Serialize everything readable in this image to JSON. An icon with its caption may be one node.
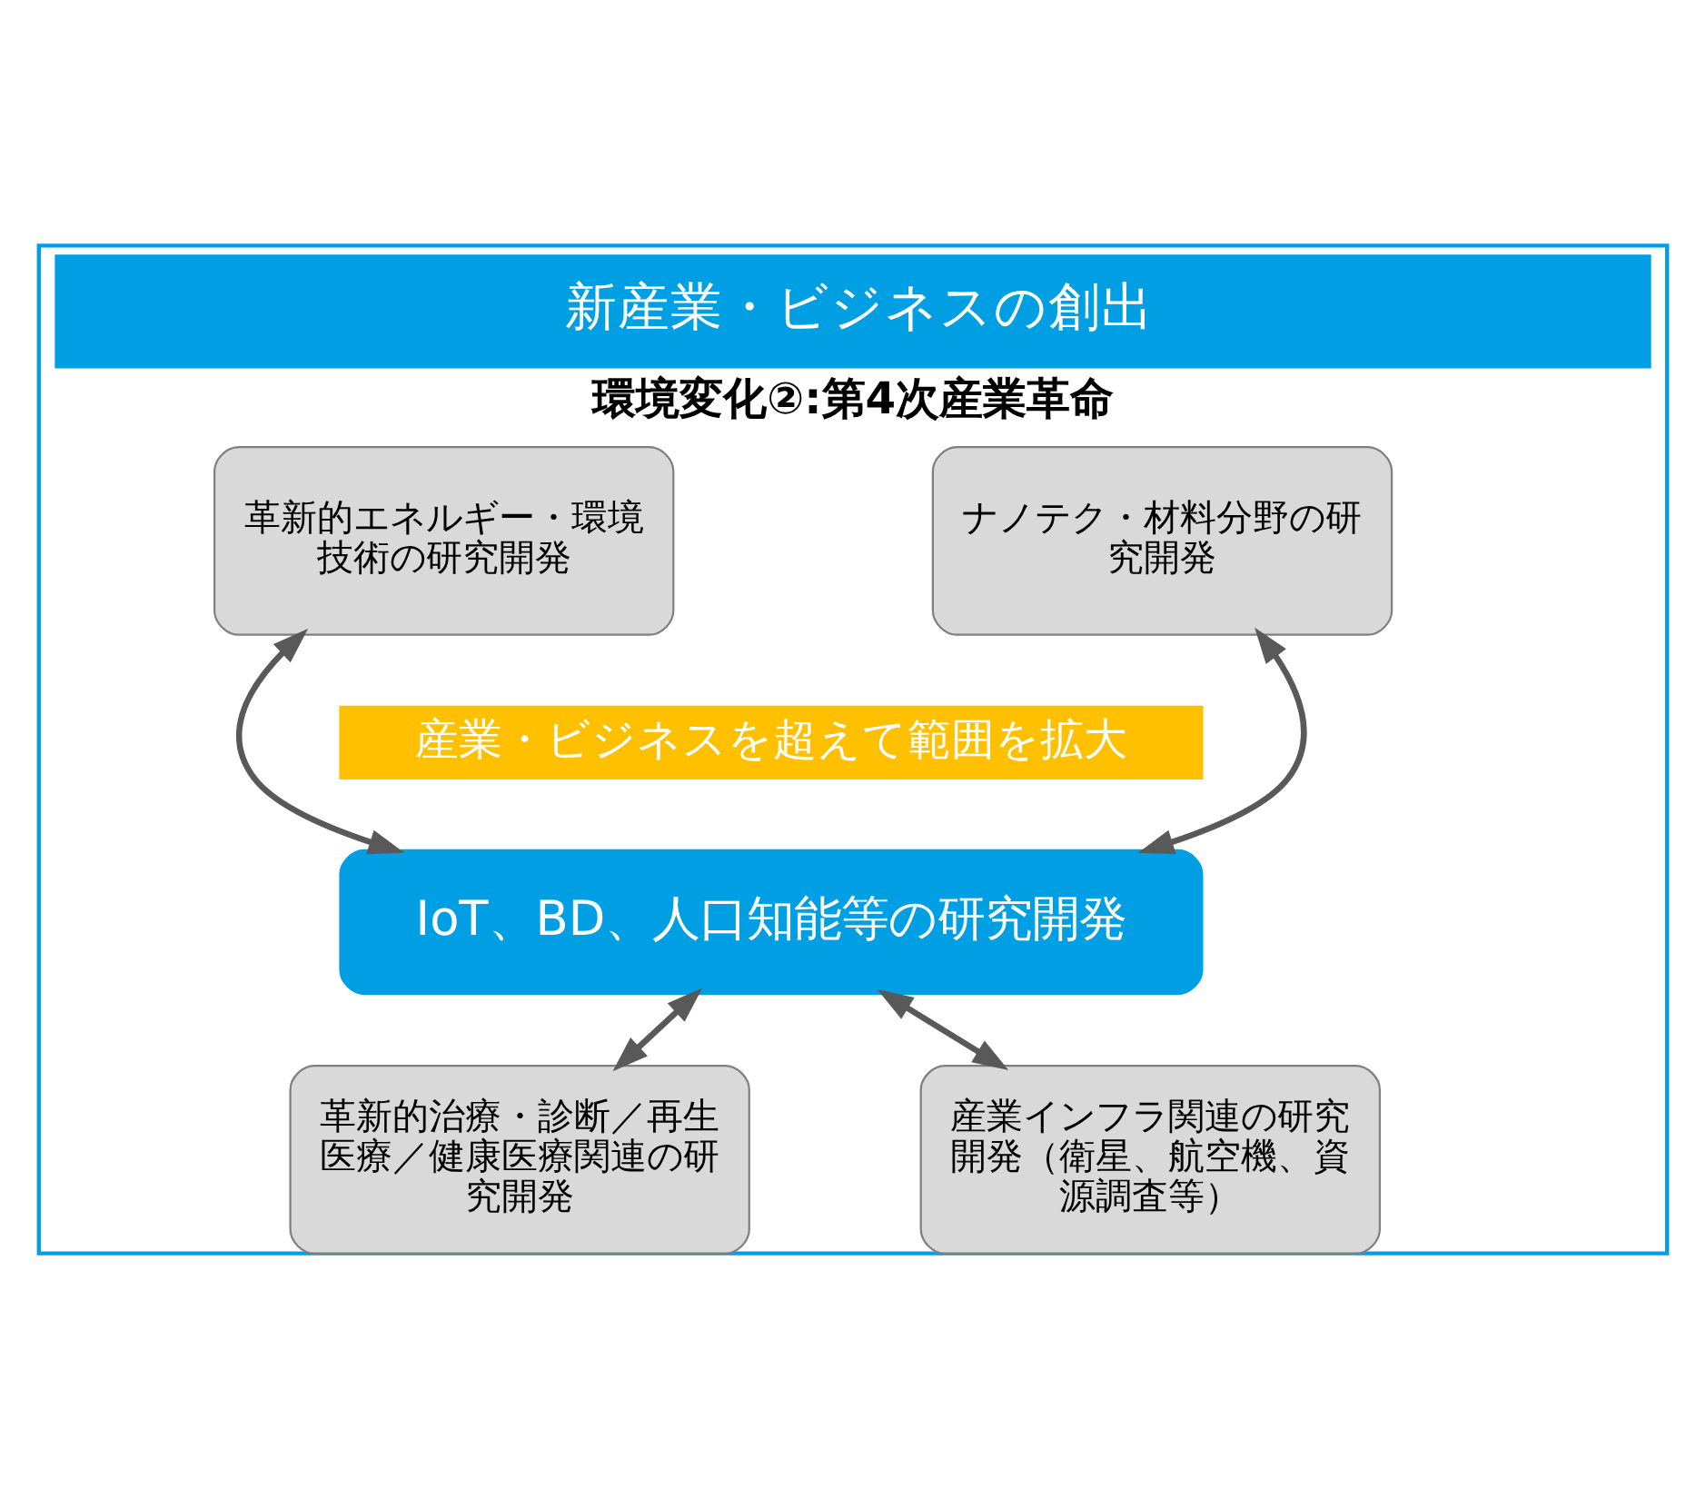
{
  "diagram": {
    "nodes": [
      {
        "text": [
          "新産業・ビジネスの創出",
          "環境変化②:第4次産業革命"
        ]
      },
      {
        "text": [
          "ナノテク・材料分野の研究開発"
        ],
        "in": 0
      },
      {
        "text": [
          "革新的エネルギー・環境技術の研究開発"
        ],
        "in": 0
      },
      {
        "text": [
          "産業・ビジネスを超えて範囲を拡大"
        ],
        "in": 0
      },
      {
        "text": [
          "IoT、BD、人口知能等の研究開発"
        ],
        "in": 0
      },
      {
        "text": [
          "革新的治療・診断／再生医療／健康医療関連の研究開発"
        ],
        "in": 0
      },
      {
        "text": [
          "産業インフラ関連の研究開発（衛星、航空機、資源調査等）"
        ],
        "in": 0
      }
    ],
    "edges": [
      {
        "from": 4,
        "to": 1,
        "arrow": "both"
      },
      {
        "from": 4,
        "to": 2,
        "arrow": "both"
      },
      {
        "from": 4,
        "to": 5,
        "arrow": "both"
      },
      {
        "from": 4,
        "to": 6,
        "arrow": "both"
      }
    ]
  }
}
